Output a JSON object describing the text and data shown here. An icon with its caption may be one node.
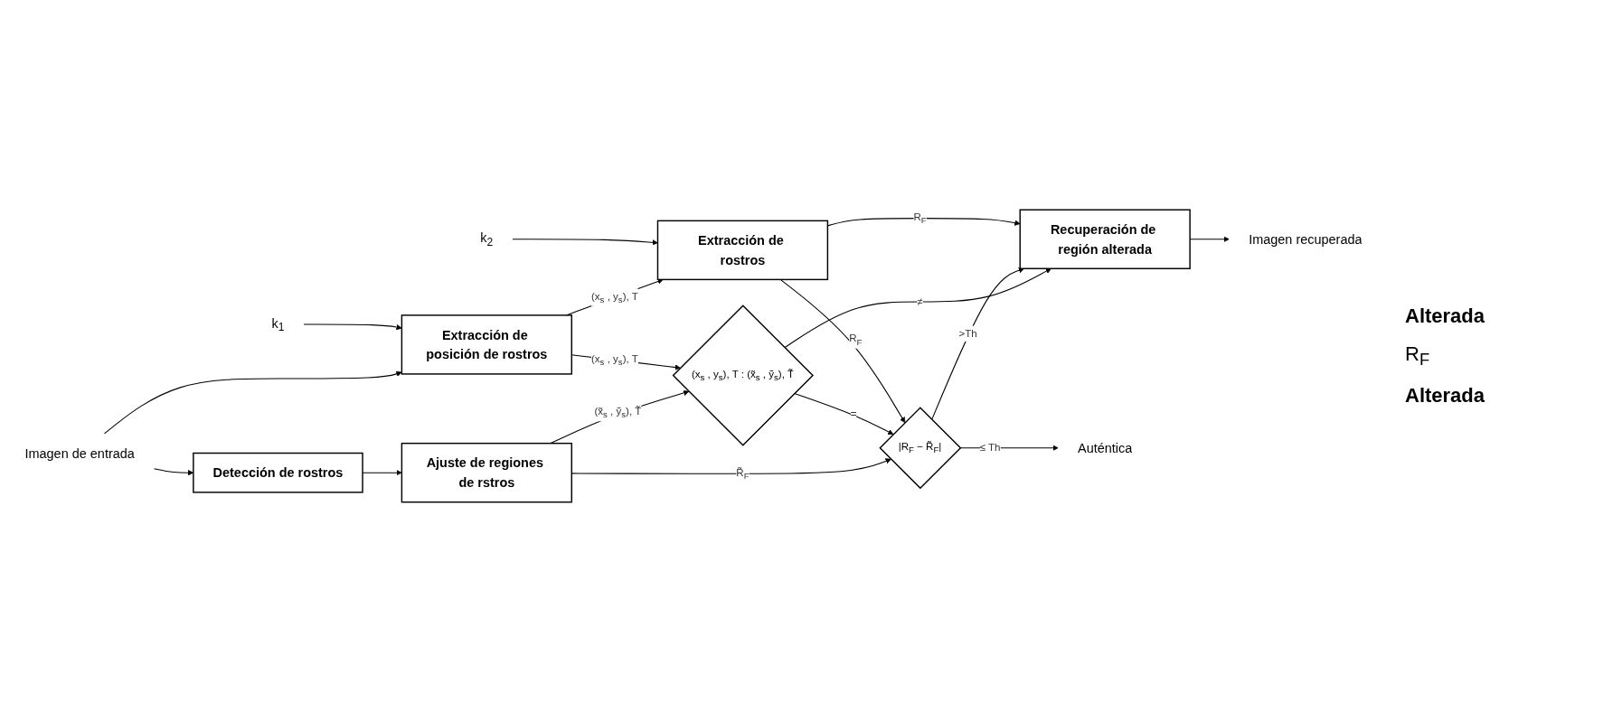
{
  "diagram": {
    "nodes": [
      {
        "text": [
          "Imagen de entrada"
        ]
      },
      {
        "text": [
          "Detección de rostros"
        ]
      },
      {
        "text": [
          "Ajuste de regiones de rstros"
        ]
      },
      {
        "text": [
          "k$_{1}$"
        ]
      },
      {
        "text": [
          "Extracción de posición de rostros"
        ]
      },
      {
        "text": [
          "(x$_{s}$ , y$_{s}$), T : (x̃$_{s}$ , ỹ$_{s}$), T̃"
        ]
      },
      {
        "text": [
          "|R$_{F}$ − R̃$_{F}$|"
        ]
      },
      {
        "text": [
          "k$_{2}$"
        ]
      },
      {
        "text": [
          "Extracción de rostros"
        ]
      },
      {
        "text": [
          "Recuperación de región alterada"
        ]
      },
      {
        "text": [
          "Auténtica"
        ]
      },
      {
        "text": [
          "Imagen recuperada"
        ]
      }
    ],
    "edges": [
      {
        "from": 0,
        "to": 1,
        "arrow": "to"
      },
      {
        "from": 0,
        "to": 4,
        "arrow": "to"
      },
      {
        "from": 1,
        "to": 2,
        "arrow": "to"
      },
      {
        "from": 2,
        "to": 5,
        "arrow": "to",
        "label": "(x̃$_{s}$ , ỹ$_{s}$), T̃"
      },
      {
        "from": 2,
        "to": 6,
        "arrow": "to",
        "label": "R̃$_{F}$"
      },
      {
        "from": 3,
        "to": 4,
        "arrow": "to"
      },
      {
        "from": 4,
        "to": 5,
        "arrow": "to",
        "label": "(x$_{s}$ , y$_{s}$), T"
      },
      {
        "from": 4,
        "to": 8,
        "arrow": "to",
        "label": "(x$_{s}$ , y$_{s}$), T"
      },
      {
        "from": 7,
        "to": 8,
        "arrow": "to"
      },
      {
        "from": 5,
        "to": 6,
        "arrow": "to",
        "label": "="
      },
      {
        "from": 8,
        "to": 6,
        "arrow": "to",
        "label": "R$_{F}$"
      },
      {
        "from": 5,
        "to": 9,
        "arrow": "to",
        "label": "≠"
      },
      {
        "from": 6,
        "to": 10,
        "arrow": "to",
        "label": "≤ Th"
      },
      {
        "from": 6,
        "to": 9,
        "arrow": "to",
        "label": ">Th"
      },
      {
        "from": 8,
        "to": 9,
        "arrow": "to",
        "label": "R$_{F}$"
      },
      {
        "from": 9,
        "to": 11,
        "arrow": "to"
      }
    ],
    "labels": [
      "Alterada",
      "R$_{F}$",
      "Alterada"
    ]
  }
}
